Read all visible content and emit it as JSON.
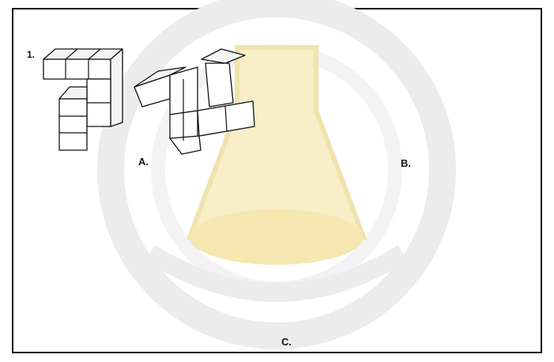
{
  "question": {
    "item_number": "1.",
    "options": [
      {
        "label": "A."
      },
      {
        "label": "B."
      },
      {
        "label": "C."
      }
    ]
  },
  "colors": {
    "ink": "#111111",
    "watermark_primary": "#f6e7b0",
    "watermark_secondary": "#ececec"
  },
  "icons": {
    "arrow": "dashed-rotation-arrow-icon",
    "watermark": "university-emblem-watermark"
  }
}
